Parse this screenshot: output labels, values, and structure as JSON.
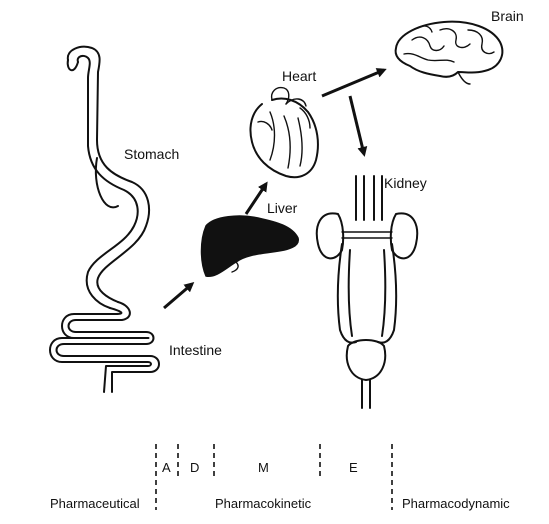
{
  "organs": {
    "brain": "Brain",
    "heart": "Heart",
    "stomach": "Stomach",
    "liver": "Liver",
    "kidney": "Kidney",
    "intestine": "Intestine"
  },
  "phases": {
    "absorption": "A",
    "distribution": "D",
    "metabolism": "M",
    "excretion": "E",
    "pharmaceutical": "Pharmaceutical",
    "pharmacokinetic": "Pharmacokinetic",
    "pharmacodynamic": "Pharmacodynamic"
  }
}
